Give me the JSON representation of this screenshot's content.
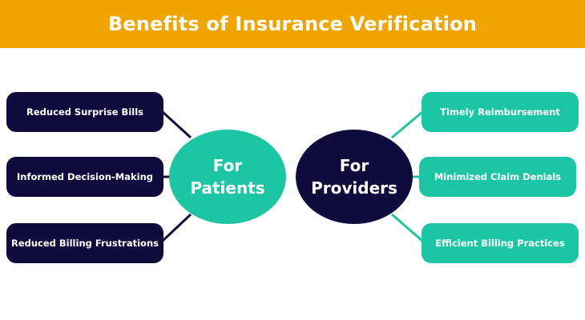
{
  "header": {
    "title": "Benefits of Insurance Verification"
  },
  "patients": {
    "line1": "For",
    "line2": "Patients",
    "items": [
      {
        "label": "Reduced Surprise Bills"
      },
      {
        "label": "Informed Decision-Making"
      },
      {
        "label": "Reduced Billing Frustrations"
      }
    ]
  },
  "providers": {
    "line1": "For",
    "line2": "Providers",
    "items": [
      {
        "label": "Timely Reimbursement"
      },
      {
        "label": "Minimized Claim Denials"
      },
      {
        "label": "Efficient Billing Practices"
      }
    ]
  },
  "colors": {
    "header_bg": "#f0a400",
    "navy": "#0f0c3d",
    "teal": "#1cc5a3"
  }
}
